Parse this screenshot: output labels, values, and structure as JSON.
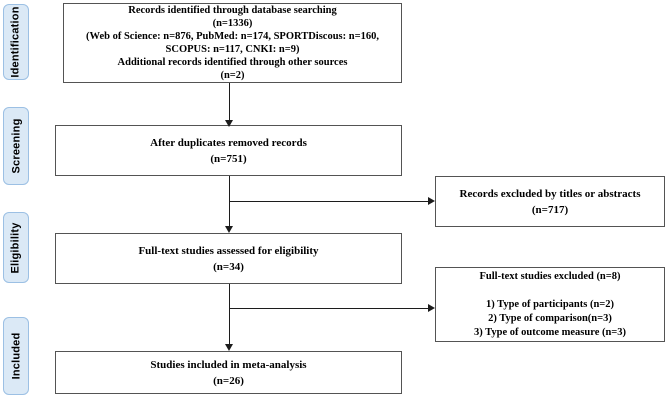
{
  "colors": {
    "badge_fill": "#dbe9f6",
    "badge_border": "#9cc0e4",
    "box_border": "#545454",
    "arrow": "#1c1c1c",
    "text": "#000000",
    "background": "#ffffff"
  },
  "sidebar": {
    "stages": [
      {
        "label": "Identification"
      },
      {
        "label": "Screening"
      },
      {
        "label": "Eligibility"
      },
      {
        "label": "Included"
      }
    ]
  },
  "diagram": {
    "type": "prisma-flow",
    "main_boxes": [
      {
        "id": "records-identified",
        "lines": [
          "Records identified through database searching",
          "(n=1336)",
          "(Web of Science: n=876, PubMed: n=174, SPORTDiscous: n=160,",
          "SCOPUS: n=117, CNKI: n=9)",
          "Additional records identified through other sources",
          "(n=2)"
        ]
      },
      {
        "id": "duplicates-removed",
        "lines": [
          "After duplicates removed records",
          "(n=751)"
        ]
      },
      {
        "id": "fulltext-assessed",
        "lines": [
          "Full-text studies assessed for eligibility",
          "(n=34)"
        ]
      },
      {
        "id": "studies-included",
        "lines": [
          "Studies included in meta-analysis",
          "(n=26)"
        ]
      }
    ],
    "side_boxes": [
      {
        "id": "records-excluded",
        "lines": [
          "Records excluded by titles or abstracts",
          "(n=717)"
        ]
      },
      {
        "id": "fulltext-excluded",
        "lines": [
          "Full-text studies excluded (n=8)",
          "",
          "1) Type of participants (n=2)",
          "2) Type of comparison(n=3)",
          "3) Type of outcome measure (n=3)"
        ]
      }
    ]
  }
}
